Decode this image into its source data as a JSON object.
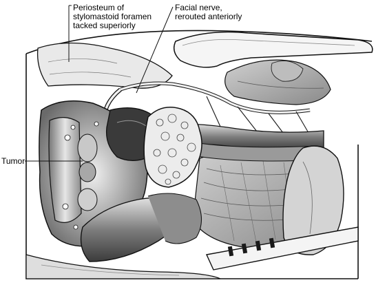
{
  "labels": {
    "periosteum_line1": "Periosteum of",
    "periosteum_line2": "stylomastoid foramen",
    "periosteum_line3": "tacked superiorly",
    "facial_line1": "Facial nerve,",
    "facial_line2": "rerouted anteriorly",
    "tumor": "Tumor"
  },
  "colors": {
    "line": "#111111",
    "light_fill": "#d9d9d9",
    "mid_fill": "#9d9d9d",
    "dark_fill": "#4a4a4a",
    "tumor_fill": "#e8e8e8"
  }
}
